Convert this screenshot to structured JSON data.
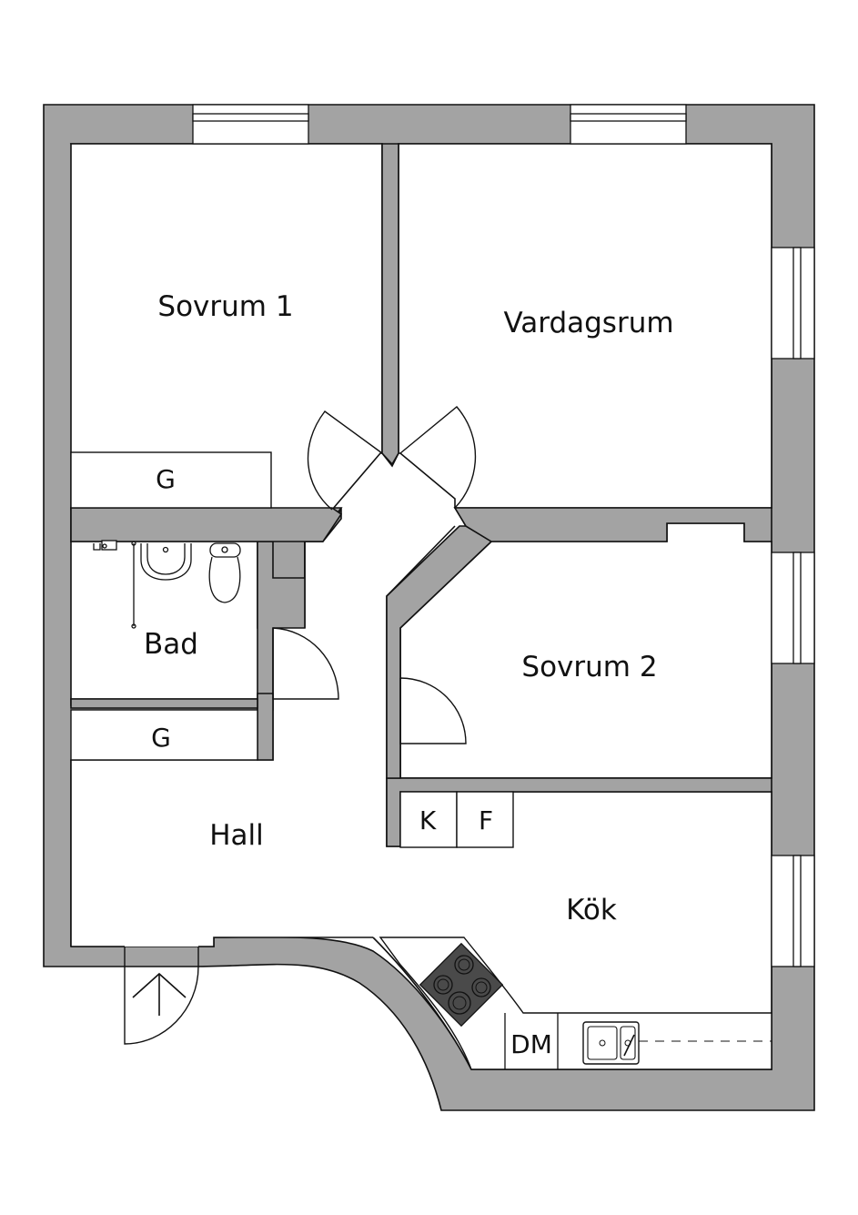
{
  "rooms": {
    "sovrum1": "Sovrum 1",
    "vardagsrum": "Vardagsrum",
    "bad": "Bad",
    "sovrum2": "Sovrum 2",
    "hall": "Hall",
    "kok": "Kök"
  },
  "fixtures": {
    "garderob1": "G",
    "garderob2": "G",
    "kyl": "K",
    "frys": "F",
    "diskmaskin": "DM"
  },
  "colors": {
    "wall": "#a3a3a3",
    "floor": "#ffffff",
    "line": "#111111"
  }
}
